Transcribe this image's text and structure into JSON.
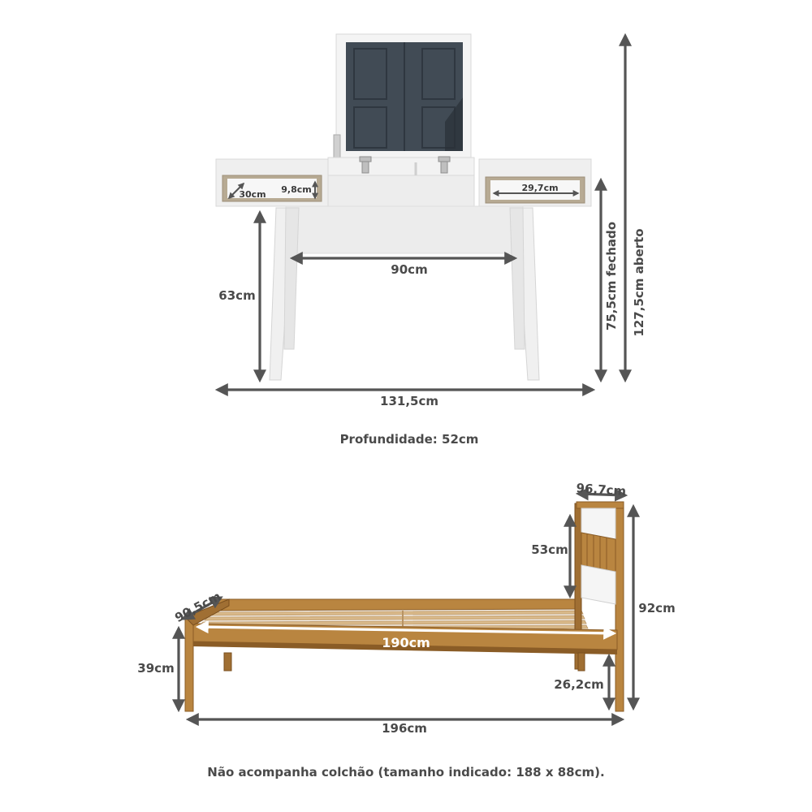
{
  "vanity": {
    "width_label": "131,5cm",
    "inner_width_label": "90cm",
    "leg_height_label": "63cm",
    "closed_height_label": "75,5cm fechado",
    "open_height_label": "127,5cm aberto",
    "drawer_width_label": "29,7cm",
    "drawer_depth_label": "30cm",
    "drawer_height_label": "9,8cm",
    "depth_note": "Profundidade: 52cm",
    "colors": {
      "body": "#efefef",
      "mirror": "#414b55",
      "dimension": "#555555"
    }
  },
  "bed": {
    "length_label": "196cm",
    "inner_length_label": "190cm",
    "width_label": "90,5cm",
    "side_height_label": "39cm",
    "headboard_width_label": "96,7cm",
    "headboard_panel_label": "53cm",
    "total_height_label": "92cm",
    "leg_clearance_label": "26,2cm",
    "mattress_note": "Não acompanha colchão (tamanho indicado: 188 x 88cm).",
    "colors": {
      "wood": "#b98540",
      "wood_dark": "#8a5c26",
      "slats": "#d9b98a",
      "panel": "#f5f5f5"
    }
  }
}
